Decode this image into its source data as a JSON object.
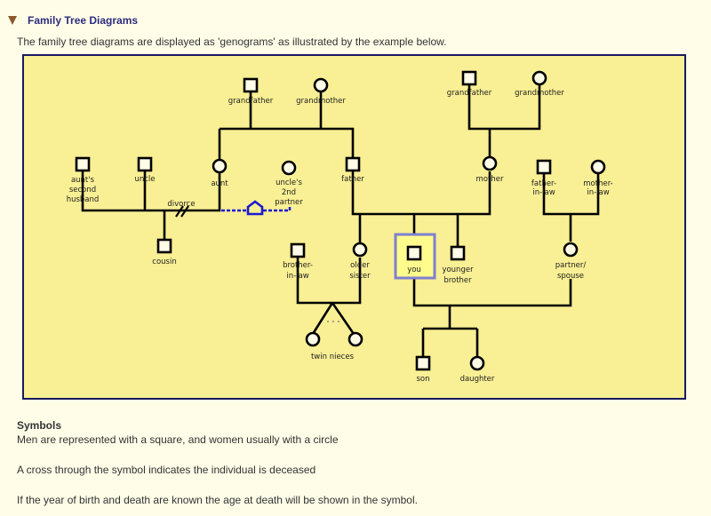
{
  "header": {
    "toggle_icon": "triangle-down-icon",
    "title": "Family Tree Diagrams"
  },
  "intro": "The family tree diagrams are displayed as 'genograms' as illustrated by the example below.",
  "diagram": {
    "colors": {
      "background": "#f9ef94",
      "border": "#1a1a5e",
      "highlight": "#7f7fd0",
      "partner_line": "#1a1ad0"
    },
    "people": {
      "aunts_second_husband": [
        "aunt's",
        "second",
        "husband"
      ],
      "uncle": [
        "uncle"
      ],
      "aunt": [
        "aunt"
      ],
      "uncles_2nd_partner": [
        "uncle's",
        "2nd",
        "partner"
      ],
      "cousin": [
        "cousin"
      ],
      "paternal_grandfather": [
        "grandfather"
      ],
      "paternal_grandmother": [
        "grandmother"
      ],
      "father": [
        "father"
      ],
      "maternal_grandfather": [
        "grandfather"
      ],
      "maternal_grandmother": [
        "grandmother"
      ],
      "mother": [
        "mother"
      ],
      "father_in_law": [
        "father-",
        "in-law"
      ],
      "mother_in_law": [
        "mother-",
        "in-law"
      ],
      "brother_in_law": [
        "brother-",
        "in-law"
      ],
      "older_sister": [
        "older",
        "sister"
      ],
      "you": [
        "you"
      ],
      "younger_brother": [
        "younger",
        "brother"
      ],
      "partner_spouse": [
        "partner/",
        "spouse"
      ],
      "twin_nieces": [
        "twin nieces"
      ],
      "son": [
        "son"
      ],
      "daughter": [
        "daughter"
      ]
    },
    "divorce_label": "divorce"
  },
  "symbols": {
    "title": "Symbols",
    "lines": [
      "Men are represented with a square, and women usually with a circle",
      "A cross through the symbol indicates the individual is deceased",
      "If the year of birth and death are known the age at death will be shown in the symbol."
    ]
  }
}
